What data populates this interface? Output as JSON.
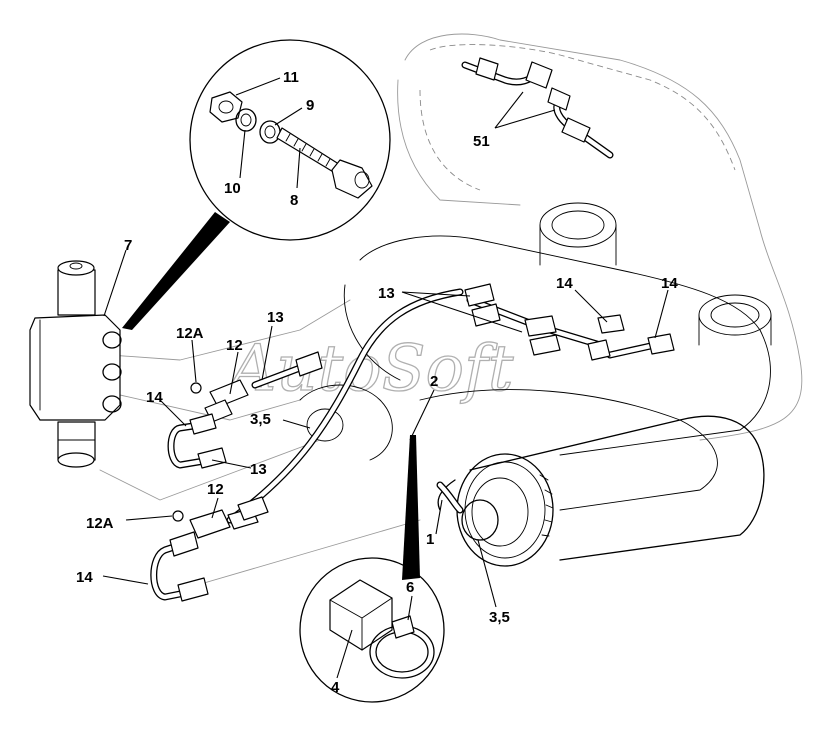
{
  "diagram": {
    "watermark": "AutoSoft",
    "callouts": {
      "c11": "11",
      "c9": "9",
      "c10": "10",
      "c8": "8",
      "c7": "7",
      "c51": "51",
      "c13_top": "13",
      "c14_top_mid": "14",
      "c14_top_right": "14",
      "c12A_upper": "12A",
      "c12_upper": "12",
      "c13_mid": "13",
      "c2": "2",
      "c14_left_upper": "14",
      "c35_upper": "3,5",
      "c13_lower": "13",
      "c12_lower": "12",
      "c12A_lower": "12A",
      "c1": "1",
      "c14_left_lower": "14",
      "c6": "6",
      "c35_lower": "3,5",
      "c4": "4"
    }
  }
}
